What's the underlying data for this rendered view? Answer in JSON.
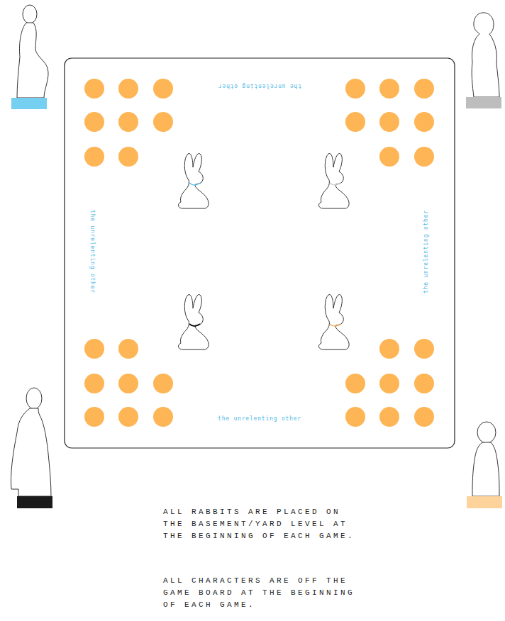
{
  "diagram": {
    "labels": [
      "the unrelenting other",
      "the unrelenting other",
      "the unrelenting other",
      "the unrelenting other",
      "ALL RABBITS ARE PLACED ON THE BASEMENT/YARD LEVEL AT THE BEGINNING OF EACH GAME.",
      "ALL CHARACTERS ARE OFF THE GAME BOARD AT THE BEGINNING OF EACH GAME."
    ]
  }
}
